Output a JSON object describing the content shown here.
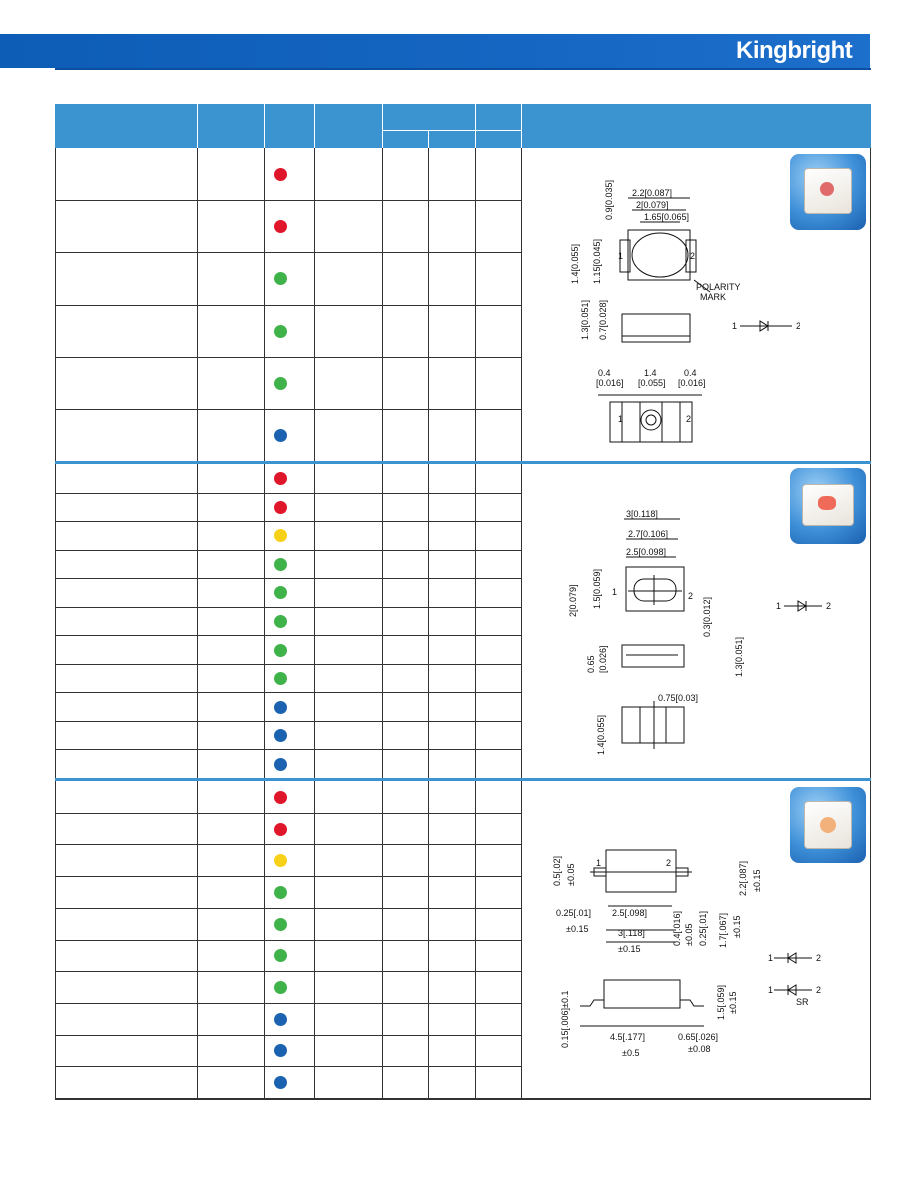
{
  "brand": {
    "logo_text": "Kingbright"
  },
  "colors": {
    "header_blue": "#1566c2",
    "table_header_blue": "#3b93d0",
    "red": "#e0162b",
    "green": "#3fb34a",
    "yellow": "#f7d117",
    "blue": "#1b62b0"
  },
  "section1": {
    "row_colors": [
      "red",
      "red",
      "green",
      "green",
      "green",
      "blue"
    ],
    "dimensions": {
      "top_width": "2.2[0.087]",
      "inner_width": "2[0.079]",
      "lens_width": "1.65[0.065]",
      "top_offset": "0.9[0.035]",
      "height_total": "1.4[0.055]",
      "height_inner": "1.15[0.045]",
      "side_height": "1.3[0.051]",
      "side_inner": "0.7[0.028]",
      "pad_left": "0.4",
      "pad_left_in": "[0.016]",
      "pad_center": "1.4",
      "pad_center_in": "[0.055]",
      "pad_right": "0.4",
      "pad_right_in": "[0.016]",
      "polarity_line1": "POLARITY",
      "polarity_line2": "MARK",
      "pin1": "1",
      "pin2": "2"
    }
  },
  "section2": {
    "row_colors": [
      "red",
      "red",
      "yellow",
      "green",
      "green",
      "green",
      "green",
      "green",
      "blue",
      "blue",
      "blue"
    ],
    "dimensions": {
      "top_width": "3[0.118]",
      "inner_width": "2.7[0.106]",
      "lens_width": "2.5[0.098]",
      "height_total": "2[0.079]",
      "height_inner": "1.5[0.059]",
      "side_offset": "0.3[0.012]",
      "side_pad": "0.65",
      "side_pad_in": "[0.026]",
      "side_height": "1.3[0.051]",
      "bottom_height": "1.4[0.055]",
      "bottom_gap": "0.75[0.03]",
      "pin1": "1",
      "pin2": "2"
    }
  },
  "section3": {
    "row_colors": [
      "red",
      "red",
      "yellow",
      "green",
      "green",
      "green",
      "green",
      "blue",
      "blue",
      "blue"
    ],
    "dimensions": {
      "lead_width": "0.5[.02]",
      "lead_tol": "±0.05",
      "height_total": "2.2[.087]",
      "height_tol": "±0.15",
      "lead_len": "0.25[.01]",
      "lead_len_tol": "±0.15",
      "body_inner": "2.5[.098]",
      "body_width": "3[.118]",
      "body_width_tol": "±0.15",
      "lead_gap": "0.4[.016]",
      "lead_gap_tol": "±0.05",
      "lead_thick": "0.25[.01]",
      "body_height": "1.7[.067]",
      "body_height_tol": "±0.15",
      "side_lead": "0.15[.006]±0.1",
      "side_height": "1.5[.059]",
      "side_height_tol": "±0.15",
      "overall_len": "4.5[.177]",
      "overall_tol": "±0.5",
      "foot_len": "0.65[.026]",
      "foot_tol": "±0.08",
      "pin1": "1",
      "pin2": "2",
      "sr_label": "SR"
    }
  }
}
